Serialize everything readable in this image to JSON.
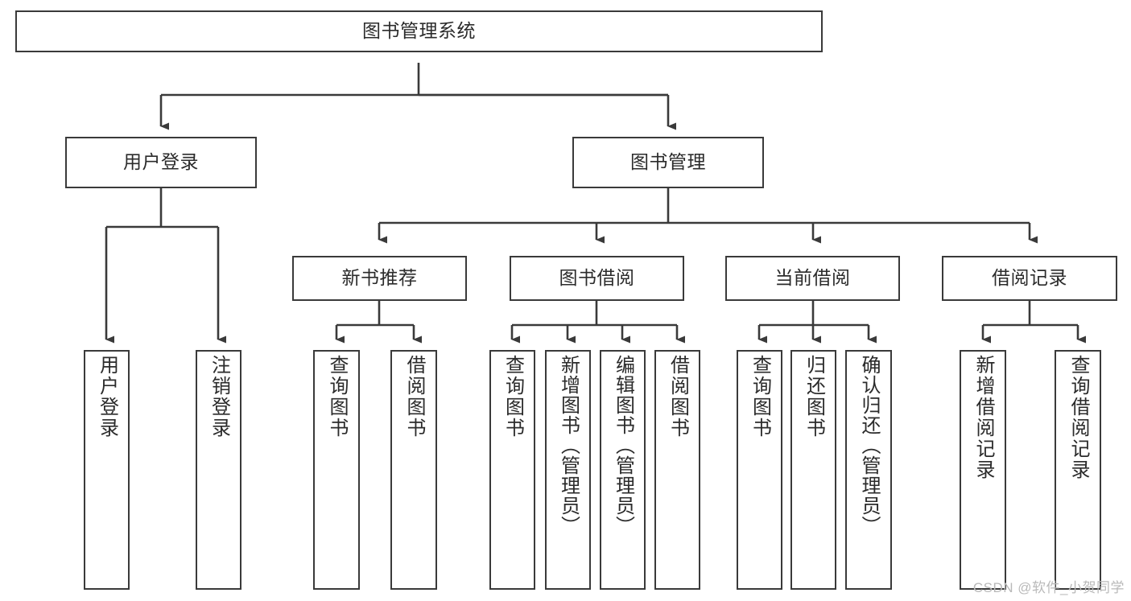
{
  "diagram": {
    "title": "图书管理系统",
    "root": {
      "label": "图书管理系统"
    },
    "level1": [
      {
        "label": "用户登录"
      },
      {
        "label": "图书管理"
      }
    ],
    "level2": [
      {
        "label": "新书推荐"
      },
      {
        "label": "图书借阅"
      },
      {
        "label": "当前借阅"
      },
      {
        "label": "借阅记录"
      }
    ],
    "leaves": {
      "user_login": [
        {
          "label": "用户登录"
        },
        {
          "label": "注销登录"
        }
      ],
      "new_book_recommend": [
        {
          "label": "查询图书"
        },
        {
          "label": "借阅图书"
        }
      ],
      "book_borrow": [
        {
          "label": "查询图书"
        },
        {
          "label": "新增图书（管理员）"
        },
        {
          "label": "编辑图书（管理员）"
        },
        {
          "label": "借阅图书"
        }
      ],
      "current_borrow": [
        {
          "label": "查询图书"
        },
        {
          "label": "归还图书"
        },
        {
          "label": "确认归还（管理员）"
        }
      ],
      "borrow_record": [
        {
          "label": "新增借阅记录"
        },
        {
          "label": "查询借阅记录"
        }
      ]
    }
  },
  "watermark": "CSDN @软件_小贺同学",
  "colors": {
    "stroke": "#3a3a3a",
    "background": "#ffffff",
    "text": "#2b2b2b",
    "watermark": "#b9b9b9"
  }
}
